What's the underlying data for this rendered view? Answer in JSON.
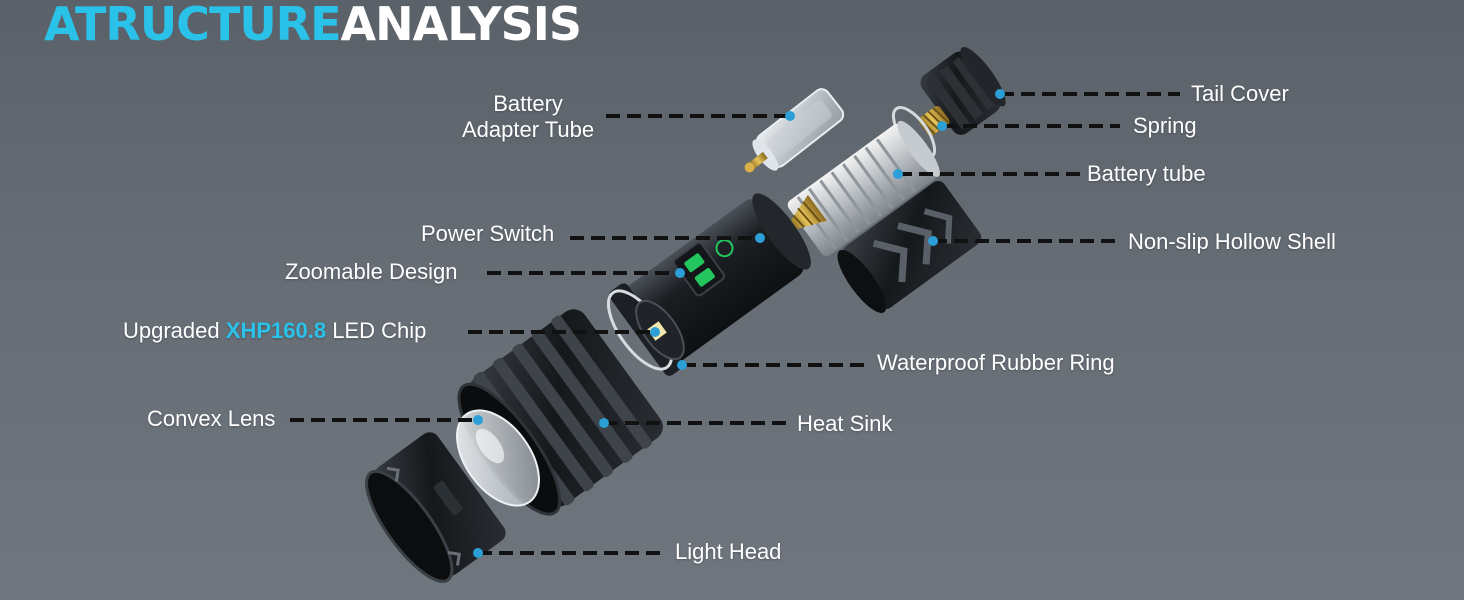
{
  "title": {
    "accent": "ATRUCTURE",
    "main": "ANALYSIS"
  },
  "labels": {
    "battery_adapter_tube_1": "Battery",
    "battery_adapter_tube_2": "Adapter Tube",
    "tail_cover": "Tail Cover",
    "spring": "Spring",
    "battery_tube": "Battery tube",
    "non_slip_hollow_shell": "Non-slip Hollow Shell",
    "power_switch": "Power Switch",
    "zoomable_design": "Zoomable Design",
    "led_chip_prefix": "Upgraded",
    "led_chip_model": "XHP160.8",
    "led_chip_suffix": "LED Chip",
    "waterproof_rubber_ring": "Waterproof Rubber Ring",
    "convex_lens": "Convex Lens",
    "heat_sink": "Heat Sink",
    "light_head": "Light Head"
  },
  "colors": {
    "accent": "#2bc2ea",
    "text": "#ffffff",
    "leader_line": "#111111",
    "pointer_dot": "#2b9fd6",
    "switch_green": "#22c55e"
  }
}
